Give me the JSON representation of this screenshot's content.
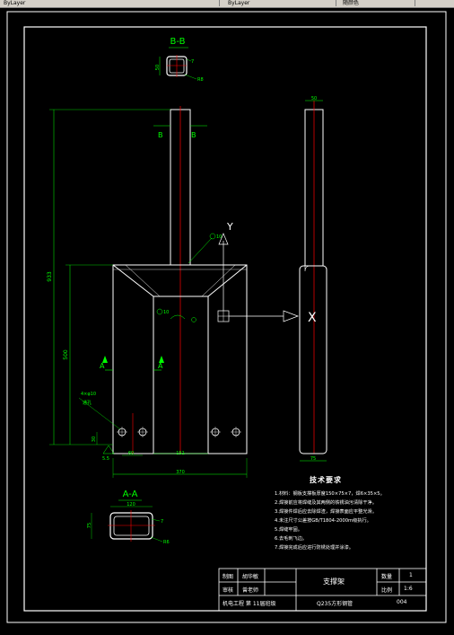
{
  "window": {
    "toolbar_cells": [
      "ByLayer",
      "ByLayer",
      "随颜色"
    ]
  },
  "sections": {
    "b_b": "B-B",
    "a_a": "A-A",
    "b_marker_left": "B",
    "b_marker_right": "B",
    "a_marker_left": "A",
    "a_marker_right": "A",
    "axis_y": "Y",
    "axis_x": "X"
  },
  "dimensions": {
    "bb_width": "50",
    "bb_height": "50",
    "bb_thickness": "7",
    "bb_radius": "R8",
    "side_width": "50",
    "side_base": "75",
    "total_height": "933",
    "lower_height": "500",
    "hole_spacing": "60",
    "inner_width": "151",
    "overall_width": "370",
    "fillet_top": "10",
    "fillet_mid": "10",
    "hole_note": "4×φ10\n通孔",
    "base_offset": "30",
    "weld": "5.5",
    "aa_width": "75",
    "aa_thickness": "7",
    "aa_radius": "R6",
    "aa_dim_top": "120"
  },
  "notes": {
    "title": "技术要求",
    "items": [
      "1.材料：钢板支撑板厚度150×75×7，焊6×35×5。",
      "2.焊接前应将焊缝及其两侧的铁锈油污清除干净。",
      "3.焊接件焊后应去除焊渣，焊接表面应平整光滑。",
      "4.未注尺寸公差按GB/T1804-2000m级执行。",
      "5.焊缝牢固。",
      "6.去毛刺飞边。",
      "7.焊接完成后应进行防锈处理并涂漆。"
    ]
  },
  "title_block": {
    "designer_label": "制图",
    "designer_name": "胡华敏",
    "checker_label": "审核",
    "checker_name": "曾老师",
    "school": "机电工程 第 11届班级",
    "part_name": "支撑架",
    "material": "Q235方形钢管",
    "qty_label": "数量",
    "qty_value": "1",
    "scale_label": "比例",
    "scale_value": "1:6",
    "drawing_no": "004"
  },
  "colors": {
    "background": "#000000",
    "line_white": "#ffffff",
    "dim_green": "#00ff00",
    "center_red": "#ff0000",
    "cyan_text": "#00ffff"
  }
}
